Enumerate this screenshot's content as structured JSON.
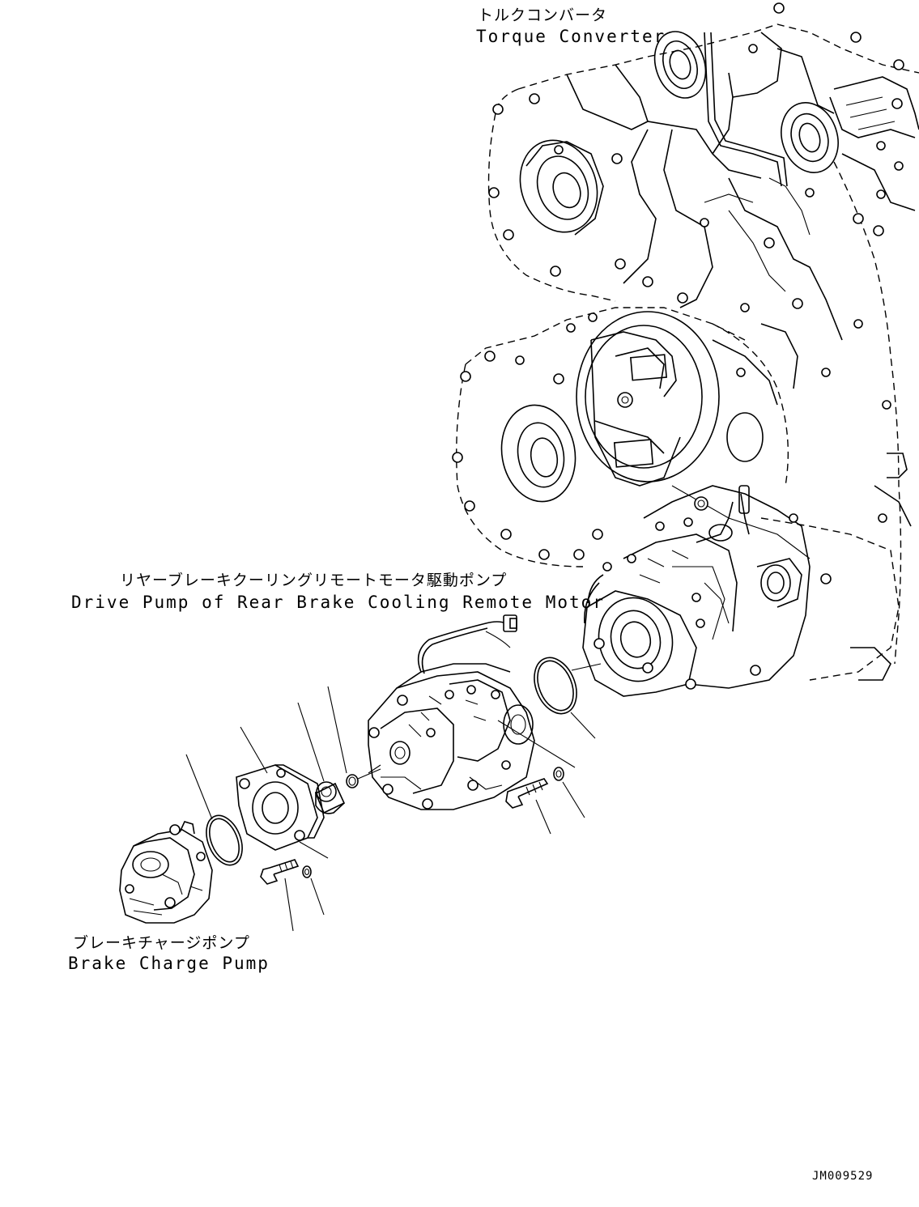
{
  "labels": {
    "torque_converter_jp": "トルクコンバータ",
    "torque_converter_en": "Torque Converter",
    "drive_pump_jp": "リヤーブレーキクーリングリモートモータ駆動ポンプ",
    "drive_pump_en": "Drive Pump of Rear Brake Cooling Remote Motor",
    "brake_charge_pump_jp": "ブレーキチャージポンプ",
    "brake_charge_pump_en": "Brake Charge Pump"
  },
  "drawing_number": "JM009529"
}
